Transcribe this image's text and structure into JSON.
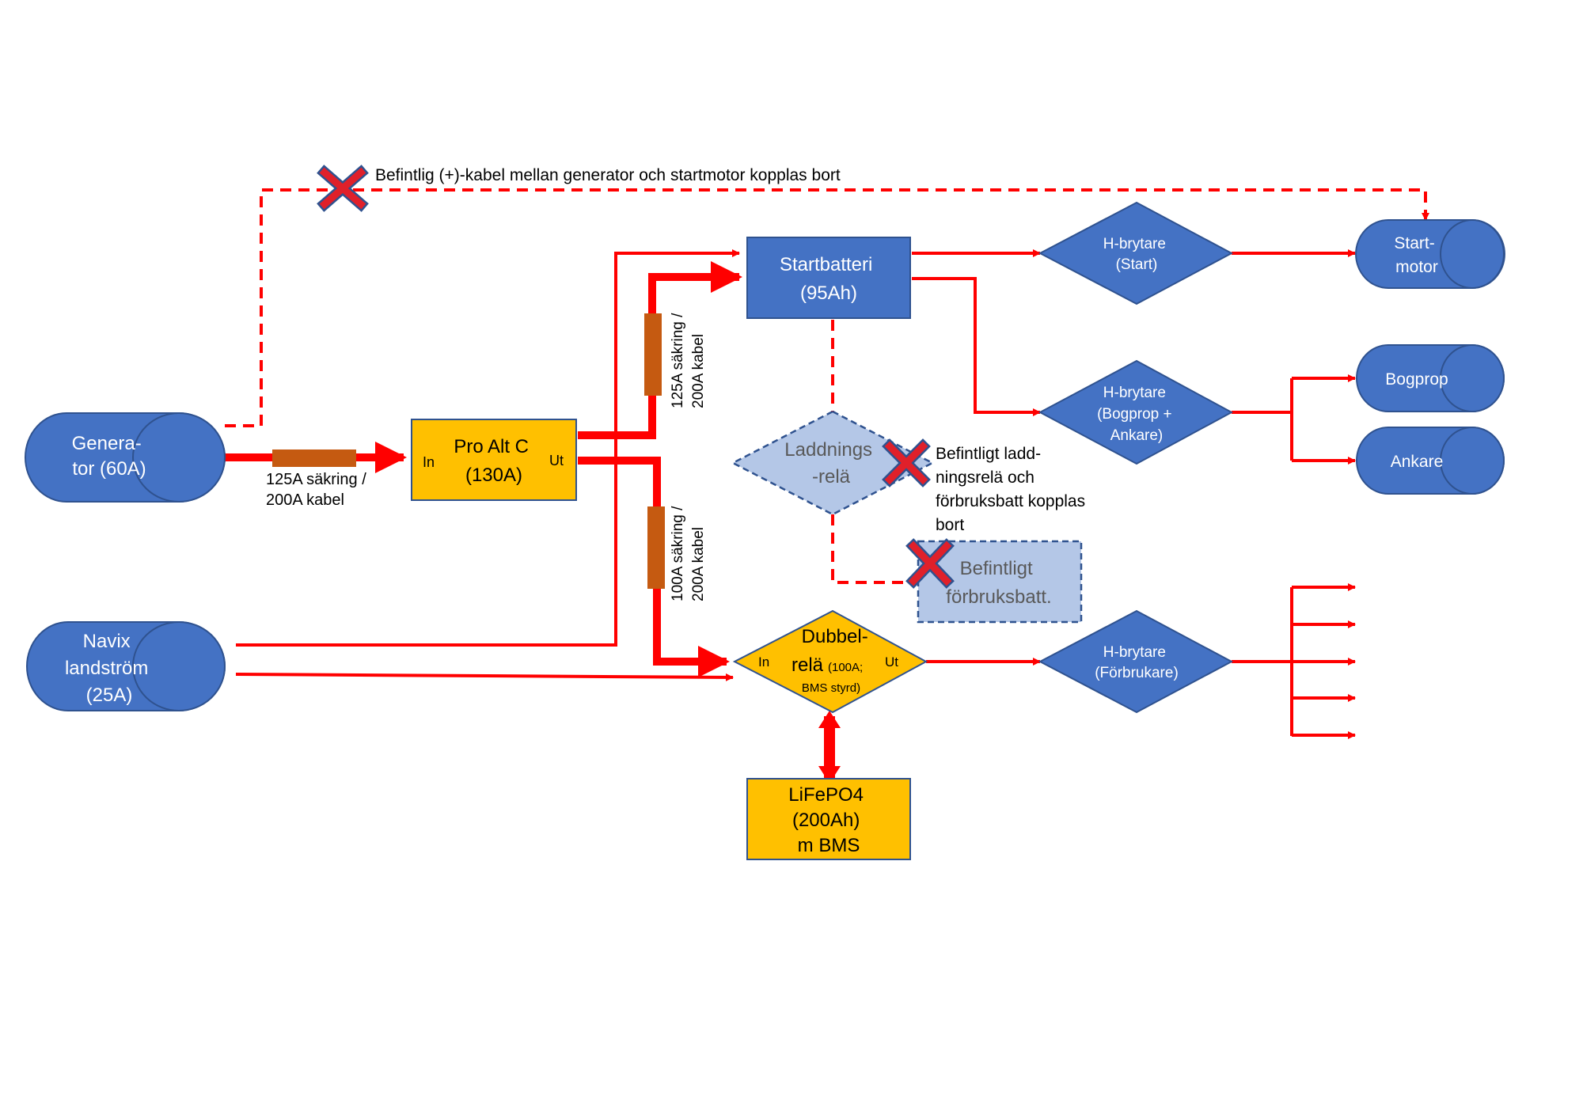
{
  "notes": {
    "top_cable_removed": "Befintlig (+)-kabel mellan generator och startmotor kopplas bort",
    "relay_removed": [
      "Befintligt ladd-",
      "ningsrelä och",
      "förbruksbatt kopplas",
      "bort"
    ]
  },
  "nodes": {
    "generator": [
      "Genera-",
      "tor (60A)"
    ],
    "shore_power": [
      "Navix",
      "landström",
      "(25A)"
    ],
    "pro_alt": {
      "title": [
        "Pro Alt C",
        "(130A)"
      ],
      "in": "In",
      "out": "Ut"
    },
    "start_battery": [
      "Startbatteri",
      "(95Ah)"
    ],
    "charging_relay": [
      "Laddnings",
      "-relä"
    ],
    "consumer_battery": [
      "Befintligt",
      "förbruksbatt."
    ],
    "dual_relay": {
      "title": [
        "Dubbel-",
        "relä"
      ],
      "detail": [
        "(100A;",
        "BMS styrd)"
      ],
      "in": "In",
      "out": "Ut"
    },
    "lifepo4": [
      "LiFePO4",
      "(200Ah)",
      "m BMS"
    ],
    "switch_start": [
      "H-brytare",
      "(Start)"
    ],
    "switch_bow": [
      "H-brytare",
      "(Bogprop +",
      "Ankare)"
    ],
    "switch_consumers": [
      "H-brytare",
      "(Förbrukare)"
    ],
    "start_motor": [
      "Start-",
      "motor"
    ],
    "bow_thruster": "Bogprop",
    "anchor": "Ankare"
  },
  "fuses": {
    "gen_fuse": [
      "125A säkring /",
      "200A kabel"
    ],
    "start_fuse": [
      "125A säkring /",
      "200A kabel"
    ],
    "dual_fuse": [
      "100A säkring /",
      "200A kabel"
    ]
  },
  "colors": {
    "blue_fill": "#4472C4",
    "blue_stroke": "#2F528F",
    "gold_fill": "#FFC000",
    "light_fill": "#B4C7E7",
    "wire": "#FF0000",
    "fuse": "#C55A11",
    "cross": "#E0202A"
  }
}
